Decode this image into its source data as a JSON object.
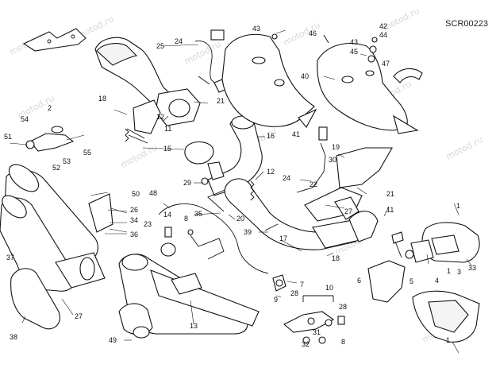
{
  "diagram": {
    "code": "SCR00223",
    "watermark": "motod.ru",
    "labels": {
      "l1": "1",
      "l2": "2",
      "l3": "3",
      "l4": "4",
      "l5": "5",
      "l6": "6",
      "l7": "7",
      "l8": "8",
      "l9": "9",
      "l10": "10",
      "l11": "11",
      "l12": "12",
      "l13": "13",
      "l14": "14",
      "l15": "15",
      "l16": "16",
      "l17": "17",
      "l18": "18",
      "l19": "19",
      "l20": "20",
      "l21": "21",
      "l22": "22",
      "l23": "23",
      "l24": "24",
      "l25": "25",
      "l26": "26",
      "l27": "27",
      "l28": "28",
      "l29": "29",
      "l30": "30",
      "l31": "31",
      "l32": "32",
      "l33": "33",
      "l34": "34",
      "l35": "35",
      "l36": "36",
      "l37": "37",
      "l38": "38",
      "l39": "39",
      "l40": "40",
      "l41": "41",
      "l42": "42",
      "l43": "43",
      "l44": "44",
      "l45": "45",
      "l46": "46",
      "l47": "47",
      "l48": "48",
      "l49": "49",
      "l50": "50",
      "l51": "51",
      "l52": "52",
      "l53": "53",
      "l54": "54",
      "l55": "55"
    }
  }
}
